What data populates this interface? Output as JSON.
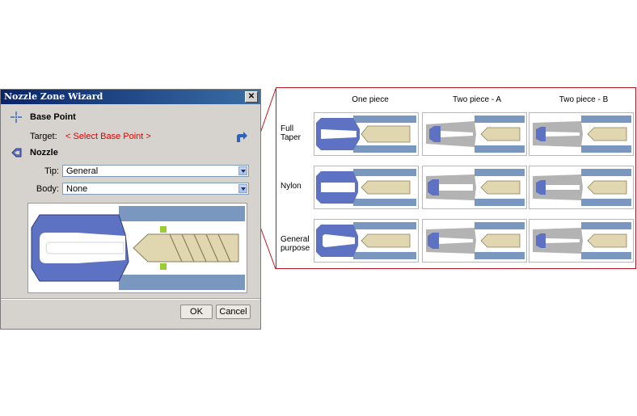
{
  "dialog": {
    "title": "Nozzle Zone Wizard",
    "close_glyph": "✕",
    "base_point_label": "Base Point",
    "target_label": "Target:",
    "target_value": "< Select Base Point >",
    "nozzle_label": "Nozzle",
    "tip_label": "Tip:",
    "tip_value": "General",
    "body_label": "Body:",
    "body_value": "None",
    "ok_label": "OK",
    "cancel_label": "Cancel"
  },
  "panel": {
    "columns": [
      "One piece",
      "Two piece - A",
      "Two piece - B"
    ],
    "rows": [
      {
        "line1": "Full",
        "line2": "Taper"
      },
      {
        "line1": "Nylon",
        "line2": ""
      },
      {
        "line1": "General",
        "line2": "purpose"
      }
    ]
  },
  "colors": {
    "accent_border": "#c0141e",
    "nozzle_blue": "#5e72c4",
    "body_gray": "#b3b3b3",
    "barrel_blue": "#7a98bf",
    "screw_tan": "#e0d6b0",
    "link_red": "#e00000"
  },
  "icons": [
    "base-point-icon",
    "nozzle-icon",
    "select-arrow-icon",
    "close-icon",
    "chevron-down-icon"
  ]
}
